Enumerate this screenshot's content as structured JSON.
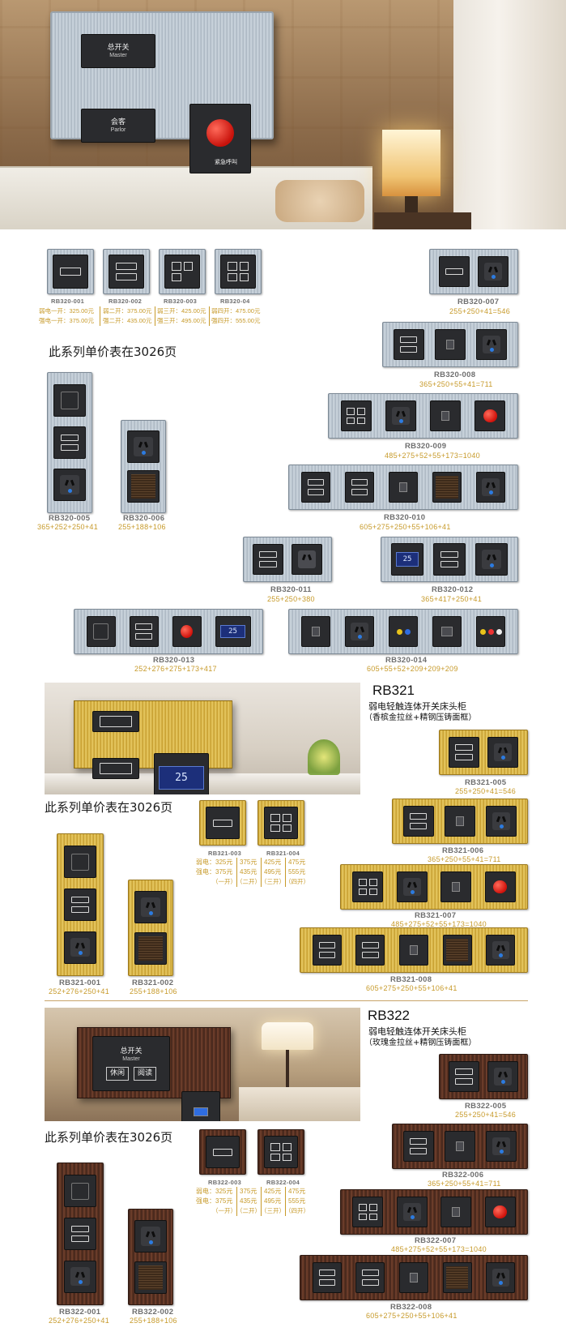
{
  "hero1": {
    "master_cn": "总开关",
    "master_en": "Master",
    "parlor_cn": "会客",
    "parlor_en": "Parlor",
    "sos_cn": "紧急呼叫"
  },
  "rb320": {
    "prices": [
      {
        "model": "RB320-001",
        "lines": [
          "弱电一开：325.00元",
          "强电一开：375.00元"
        ]
      },
      {
        "model": "RB320-002",
        "lines": [
          "弱二开：375.00元",
          "强二开：435.00元"
        ]
      },
      {
        "model": "RB320-003",
        "lines": [
          "弱三开：425.00元",
          "强三开：495.00元"
        ]
      },
      {
        "model": "RB320-04",
        "lines": [
          "弱四开：475.00元",
          "强四开：555.00元"
        ]
      }
    ],
    "note": "此系列单价表在3026页",
    "items": [
      {
        "model": "RB320-007",
        "sizes": "255+250+41=546"
      },
      {
        "model": "RB320-008",
        "sizes": "365+250+55+41=711"
      },
      {
        "model": "RB320-009",
        "sizes": "485+275+52+55+173=1040"
      },
      {
        "model": "RB320-010",
        "sizes": "605+275+250+55+106+41"
      },
      {
        "model": "RB320-011",
        "sizes": "255+250+380"
      },
      {
        "model": "RB320-012",
        "sizes": "365+417+250+41"
      },
      {
        "model": "RB320-013",
        "sizes": "252+276+275+173+417"
      },
      {
        "model": "RB320-014",
        "sizes": "605+55+52+209+209+209"
      },
      {
        "model": "RB320-005",
        "sizes": "365+252+250+41"
      },
      {
        "model": "RB320-006",
        "sizes": "255+188+106"
      }
    ],
    "lcd_a": "25",
    "lcd_b": "25"
  },
  "rb321": {
    "title": "RB321",
    "sub1": "弱电轻触连体开关床头柜",
    "sub2": "（香槟金拉丝+精钢压铸面框）",
    "note": "此系列单价表在3026页",
    "lcd": "25",
    "price_models": [
      "RB321-003",
      "RB321-004"
    ],
    "price_rows": [
      {
        "label": "弱电：",
        "v": [
          "325元",
          "375元",
          "425元",
          "475元"
        ]
      },
      {
        "label": "强电：",
        "v": [
          "375元",
          "435元",
          "495元",
          "555元"
        ]
      }
    ],
    "price_kinds": [
      "（一开）",
      "（二开）",
      "（三开）",
      "（四开）"
    ],
    "items": [
      {
        "model": "RB321-005",
        "sizes": "255+250+41=546"
      },
      {
        "model": "RB321-006",
        "sizes": "365+250+55+41=711"
      },
      {
        "model": "RB321-007",
        "sizes": "485+275+52+55+173=1040"
      },
      {
        "model": "RB321-008",
        "sizes": "605+275+250+55+106+41"
      },
      {
        "model": "RB321-001",
        "sizes": "252+276+250+41"
      },
      {
        "model": "RB321-002",
        "sizes": "255+188+106"
      }
    ]
  },
  "rb322": {
    "title": "RB322",
    "sub1": "弱电轻触连体开关床头柜",
    "sub2": "（玫瑰金拉丝+精钢压铸面框）",
    "note": "此系列单价表在3026页",
    "hero_master_cn": "总开关",
    "hero_master_en": "Master",
    "hero_btn1": "休闲",
    "hero_btn2": "阅读",
    "price_models": [
      "RB322-003",
      "RB322-004"
    ],
    "price_rows": [
      {
        "label": "弱电：",
        "v": [
          "325元",
          "375元",
          "425元",
          "475元"
        ]
      },
      {
        "label": "强电：",
        "v": [
          "375元",
          "435元",
          "495元",
          "555元"
        ]
      }
    ],
    "price_kinds": [
      "（一开）",
      "（二开）",
      "（三开）",
      "（四开）"
    ],
    "items": [
      {
        "model": "RB322-005",
        "sizes": "255+250+41=546"
      },
      {
        "model": "RB322-006",
        "sizes": "365+250+55+41=711"
      },
      {
        "model": "RB322-007",
        "sizes": "485+275+52+55+173=1040"
      },
      {
        "model": "RB322-008",
        "sizes": "605+275+250+55+106+41"
      },
      {
        "model": "RB322-001",
        "sizes": "252+276+250+41"
      },
      {
        "model": "RB322-002",
        "sizes": "255+188+106"
      }
    ]
  }
}
